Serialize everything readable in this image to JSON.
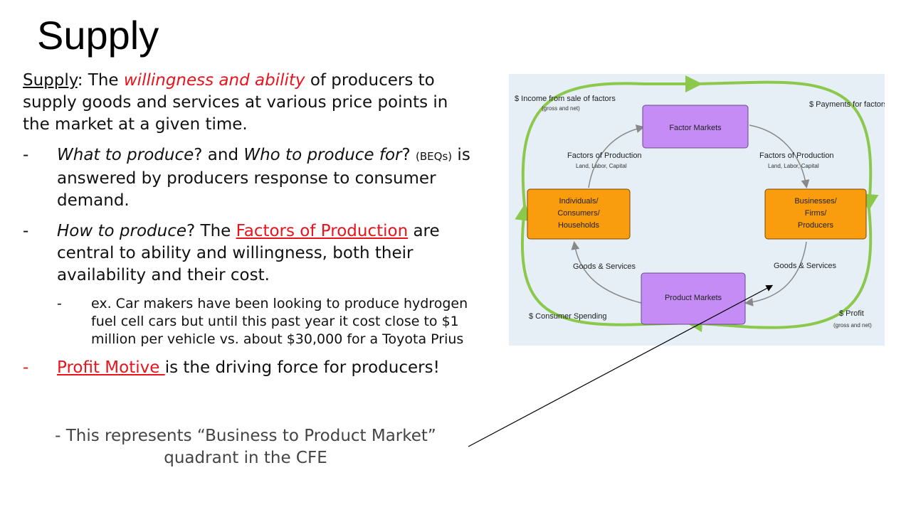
{
  "slide": {
    "title": "Supply",
    "definition": {
      "term": "Supply",
      "colon": ": The ",
      "highlight": "willingness and ability",
      "rest": " of producers to supply goods and services at various price points in the market at a given time."
    },
    "bullet1": {
      "dash": "-",
      "q1": "What to produce",
      "mid": "? and ",
      "q2": "Who to produce for",
      "end": "?",
      "tag": "(BEQs)",
      "rest": " is answered by producers response to consumer demand."
    },
    "bullet2": {
      "dash": "-",
      "q": "How to produce",
      "mid": "? The ",
      "link": "Factors of Production",
      "rest": " are central to ability and willingness, both their availability and their cost."
    },
    "subbullet": {
      "dash": "-",
      "text": "ex. Car makers have been looking to produce hydrogen fuel cell cars but until this past year it cost close to $1 million per vehicle vs. about $30,000 for a Toyota Prius"
    },
    "bullet3": {
      "dash": "-",
      "link": "Profit Motive ",
      "rest": "is the driving force for producers!"
    },
    "note": {
      "line1": "-    This represents “Business to Product Market”",
      "line2": "quadrant in the CFE"
    }
  },
  "diagram": {
    "factor_markets": "Factor Markets",
    "product_markets": "Product Markets",
    "individuals": [
      "Individuals/",
      "Consumers/",
      "Households"
    ],
    "businesses": [
      "Businesses/",
      "Firms/",
      "Producers"
    ],
    "factors_left": "Factors of Production",
    "factors_left_sub": "Land, Labor, Capital",
    "factors_right": "Factors of Production",
    "factors_right_sub": "Land, Labor, Capital",
    "goods_left": "Goods & Services",
    "goods_right": "Goods & Services",
    "income": "$ Income from sale of factors",
    "income_sub": "(gross and net)",
    "payments": "$ Payments for factors",
    "spending": "$ Consumer Spending",
    "profit": "$ Profit",
    "profit_sub": "(gross and net)",
    "colors": {
      "background": "#e6eff6",
      "purple": "#c58cf5",
      "orange": "#f99c0e",
      "green": "#8cc84b",
      "gray_arrow": "#888888"
    }
  }
}
